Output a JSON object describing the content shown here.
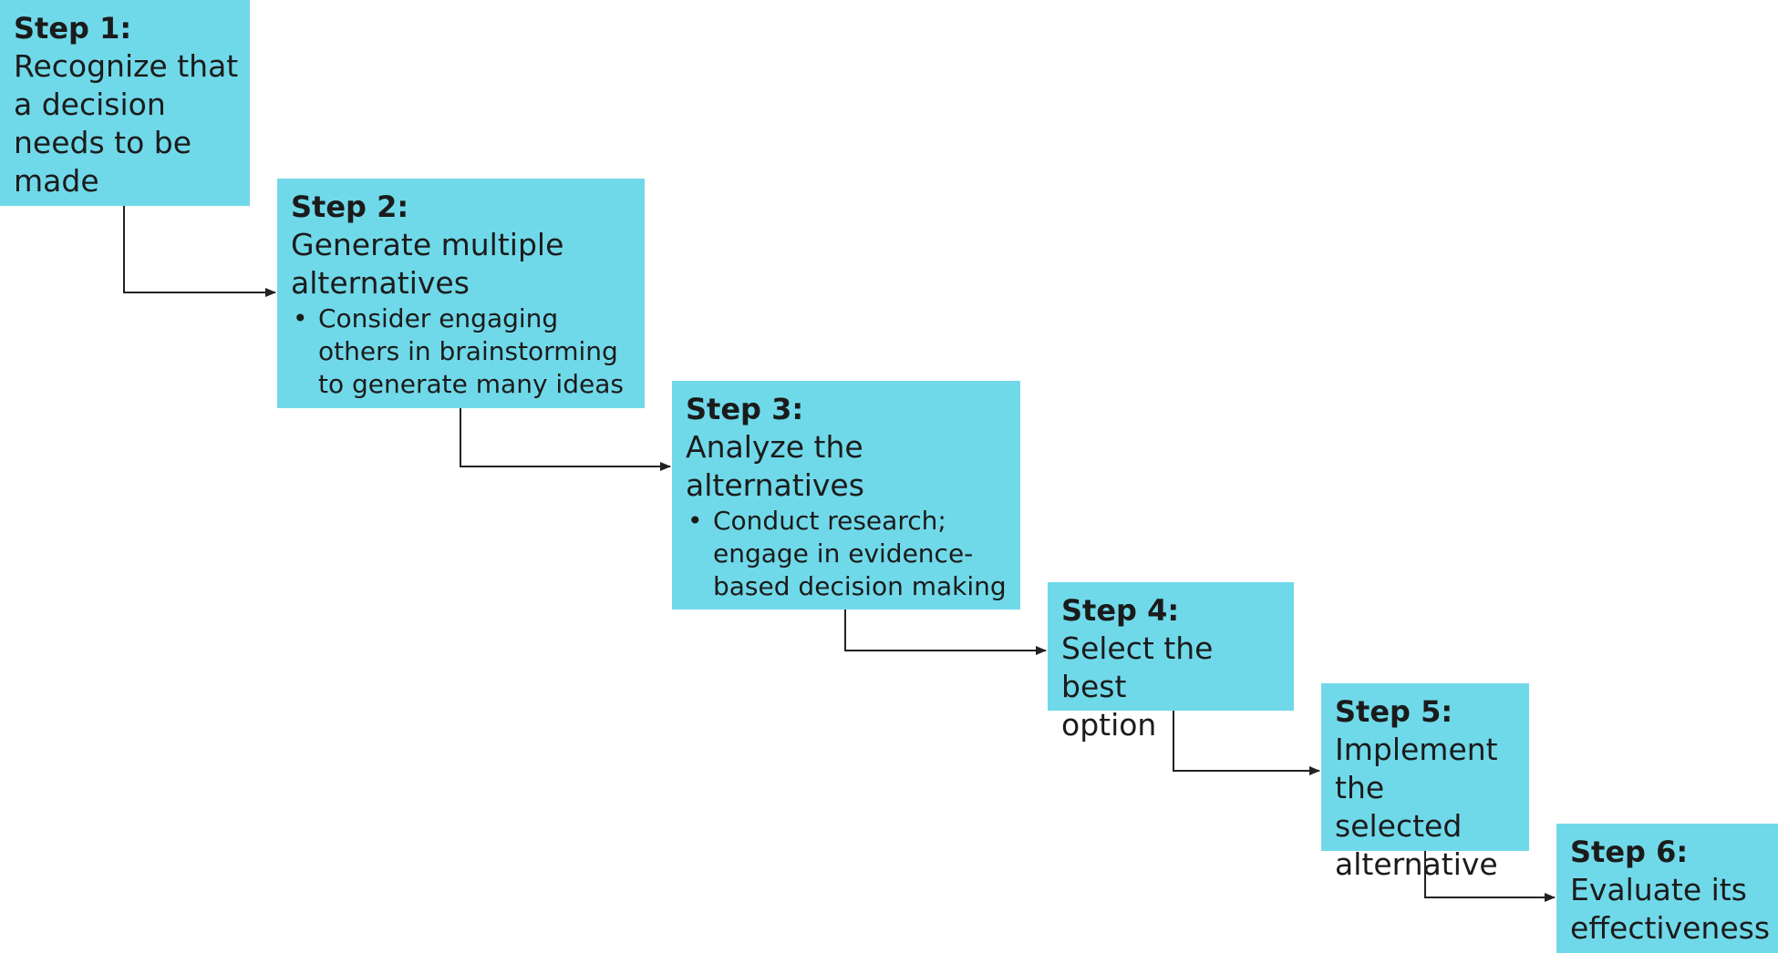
{
  "steps": [
    {
      "title": "Step 1:",
      "text_lines": [
        "Recognize that",
        "a decision",
        "needs to be",
        "made"
      ],
      "bullet_lines": []
    },
    {
      "title": "Step 2:",
      "text_lines": [
        "Generate multiple",
        "alternatives"
      ],
      "bullet_lines": [
        "Consider engaging",
        "others in  brainstorming",
        "to generate many ideas"
      ]
    },
    {
      "title": "Step 3:",
      "text_lines": [
        "Analyze the",
        "alternatives"
      ],
      "bullet_lines": [
        "Conduct research;",
        "engage in evidence-",
        "based decision making"
      ]
    },
    {
      "title": "Step 4:",
      "text_lines": [
        "Select the best",
        "option"
      ],
      "bullet_lines": []
    },
    {
      "title": "Step 5:",
      "text_lines": [
        "Implement",
        "the selected",
        "alternative"
      ],
      "bullet_lines": []
    },
    {
      "title": "Step 6:",
      "text_lines": [
        "Evaluate its",
        "effectiveness"
      ],
      "bullet_lines": []
    }
  ],
  "bullet_symbol": "•",
  "colors": {
    "box_fill": "#70d9e9",
    "text": "#1b1b1b",
    "connector": "#222222"
  }
}
